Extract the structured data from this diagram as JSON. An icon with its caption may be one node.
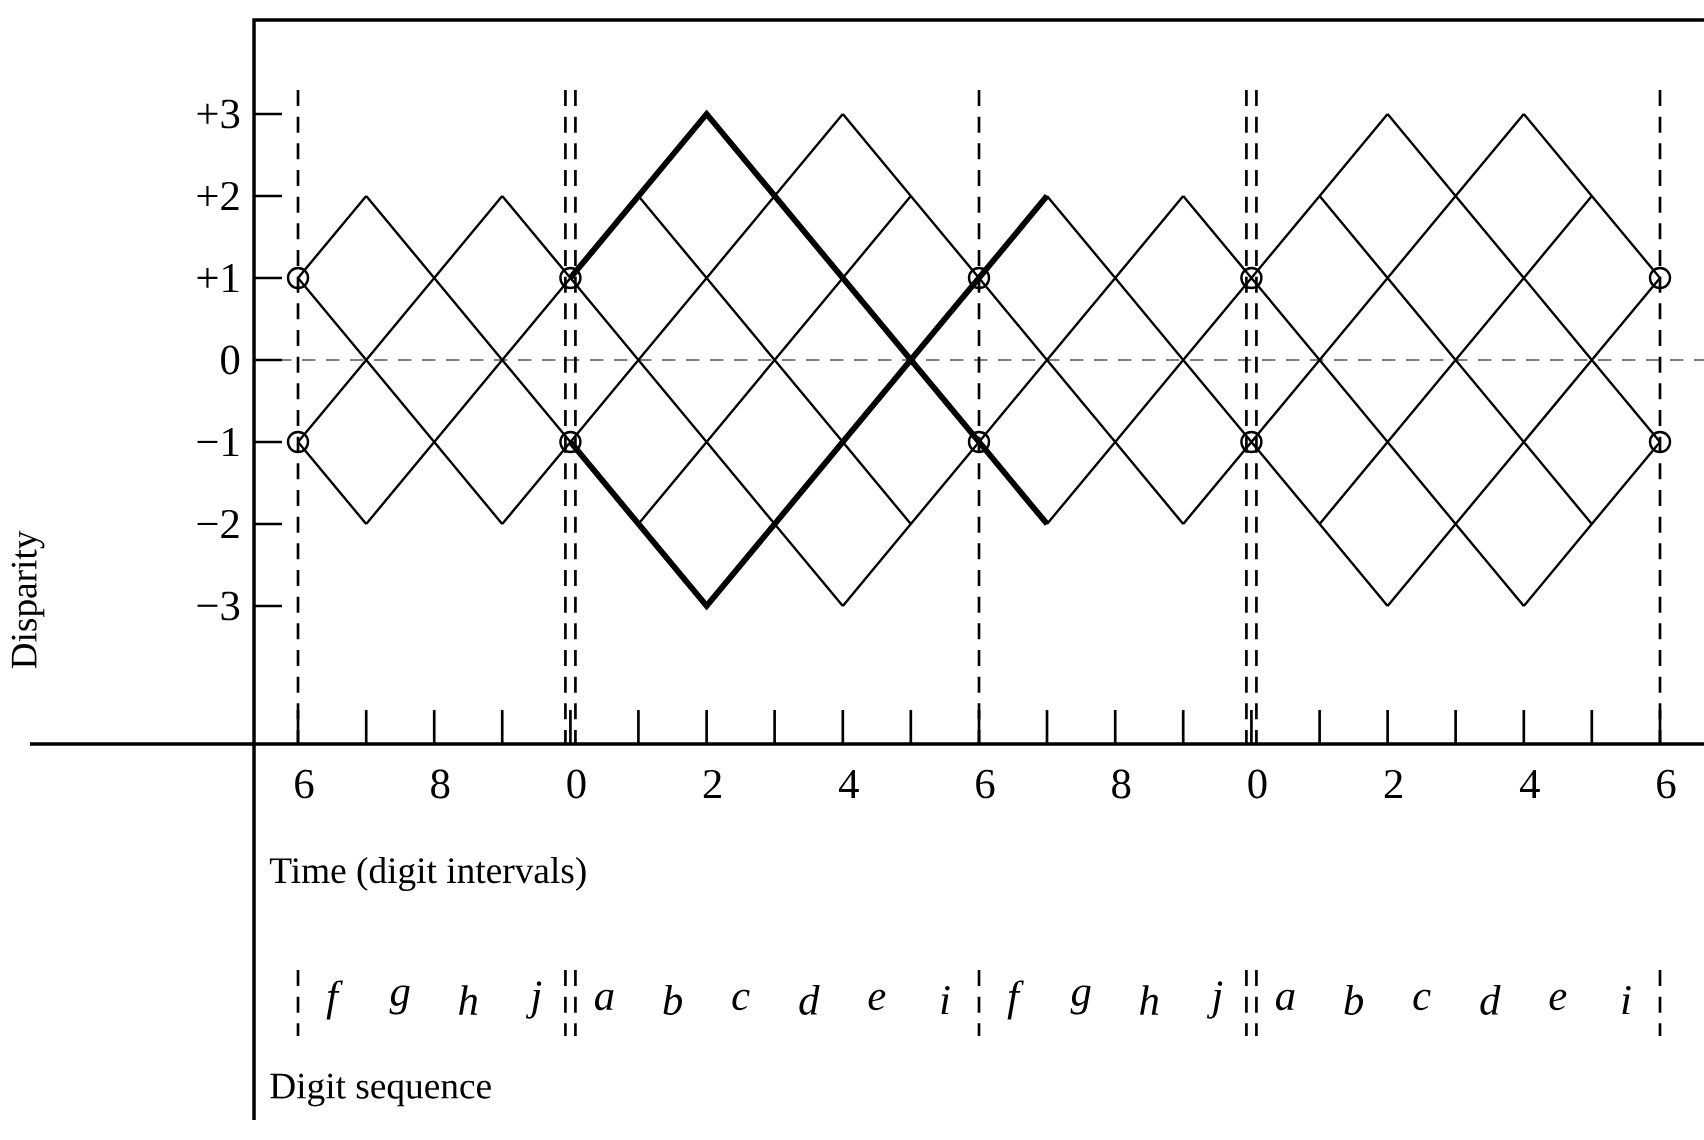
{
  "diagram": {
    "labels": [
      "+3",
      "+2",
      "+1",
      "0",
      "−1",
      "−2",
      "−3",
      "Disparity",
      "6",
      "8",
      "0",
      "2",
      "4",
      "6",
      "8",
      "0",
      "2",
      "4",
      "6",
      "Time (digit intervals)",
      "f",
      "g",
      "h",
      "j",
      "a",
      "b",
      "c",
      "d",
      "e",
      "i",
      "f",
      "g",
      "h",
      "j",
      "a",
      "b",
      "c",
      "d",
      "e",
      "i",
      "Digit sequence"
    ]
  }
}
